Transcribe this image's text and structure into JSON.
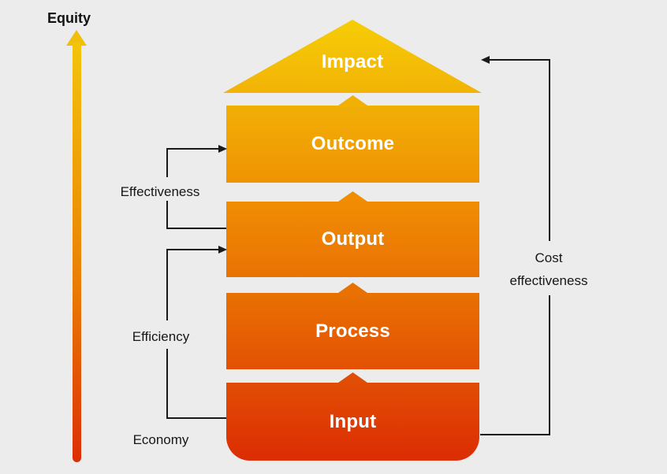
{
  "canvas": {
    "background": "#ececec"
  },
  "equity_axis": {
    "label": "Equity",
    "arrow_color_top": "#f3c40b",
    "arrow_color_mid": "#ea8205",
    "arrow_color_bottom": "#dc2e04"
  },
  "pyramid": {
    "levels": [
      {
        "id": "impact",
        "label": "Impact",
        "shape": "triangle",
        "color_top": "#f6cd06",
        "color_bottom": "#f2b306"
      },
      {
        "id": "outcome",
        "label": "Outcome",
        "shape": "box",
        "color_top": "#f1b006",
        "color_bottom": "#f09203"
      },
      {
        "id": "output",
        "label": "Output",
        "shape": "box",
        "color_top": "#f08d03",
        "color_bottom": "#ea7203"
      },
      {
        "id": "process",
        "label": "Process",
        "shape": "box",
        "color_top": "#e97102",
        "color_bottom": "#e35104"
      },
      {
        "id": "input",
        "label": "Input",
        "shape": "box",
        "color_top": "#e14d04",
        "color_bottom": "#dc2c03"
      }
    ]
  },
  "annotations": {
    "effectiveness": {
      "label": "Effectiveness"
    },
    "efficiency": {
      "label": "Efficiency"
    },
    "economy": {
      "label": "Economy"
    },
    "cost_effectiveness": {
      "label": "Cost effectiveness"
    }
  },
  "colors": {
    "line": "#1a1a1a",
    "annotation_text": "#171717",
    "level_text": "#ffffff"
  }
}
